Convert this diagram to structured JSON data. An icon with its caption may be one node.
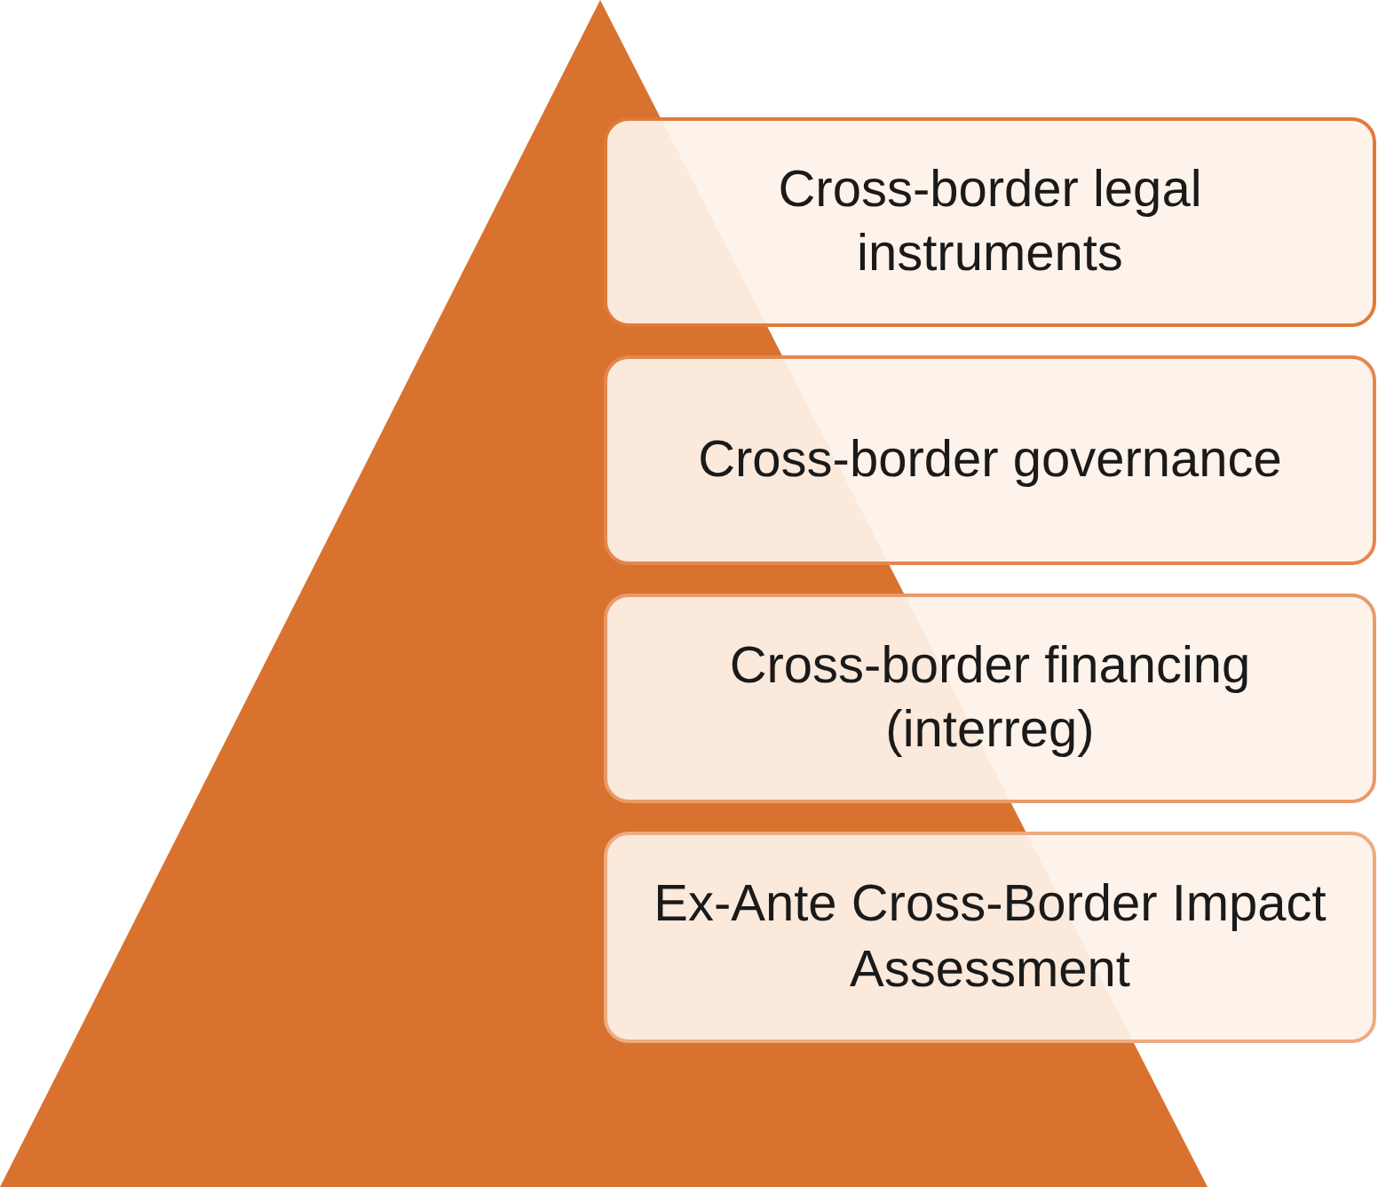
{
  "diagram": {
    "nodes": [
      {
        "text": [
          "Cross-border legal instruments"
        ]
      },
      {
        "text": [
          "Cross-border governance"
        ]
      },
      {
        "text": [
          "Cross-border financing (interreg)"
        ]
      },
      {
        "text": [
          "Ex-Ante Cross-Border Impact Assessment"
        ]
      }
    ]
  }
}
